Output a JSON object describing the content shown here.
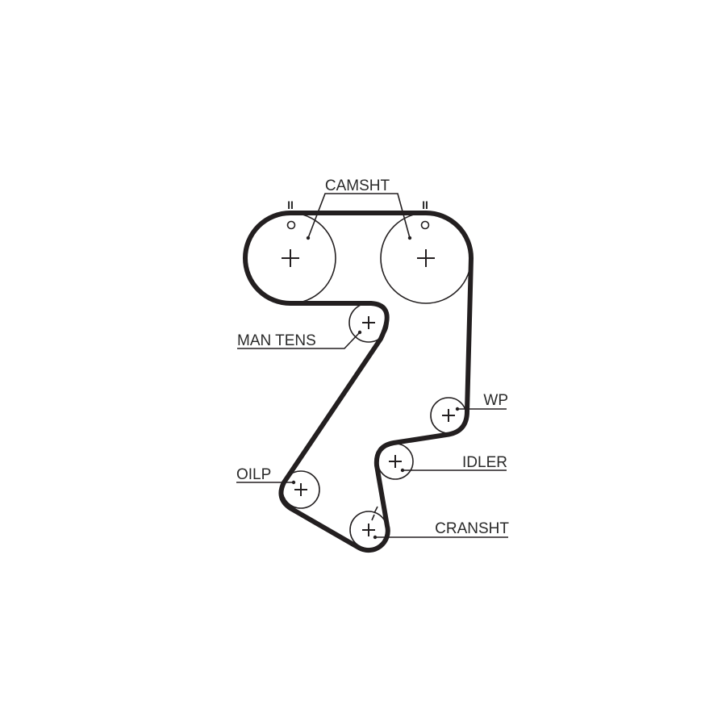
{
  "diagram": {
    "labels": {
      "camshaft": "CAMSHT",
      "manual_tensioner": "MAN TENS",
      "water_pump": "WP",
      "idler": "IDLER",
      "oil_pump": "OILP",
      "crankshaft": "CRANSHT"
    },
    "timing_marks": {
      "left": "II",
      "right": "II"
    },
    "colors": {
      "belt": "#231f20",
      "line": "#231f20",
      "background": "#ffffff"
    }
  }
}
